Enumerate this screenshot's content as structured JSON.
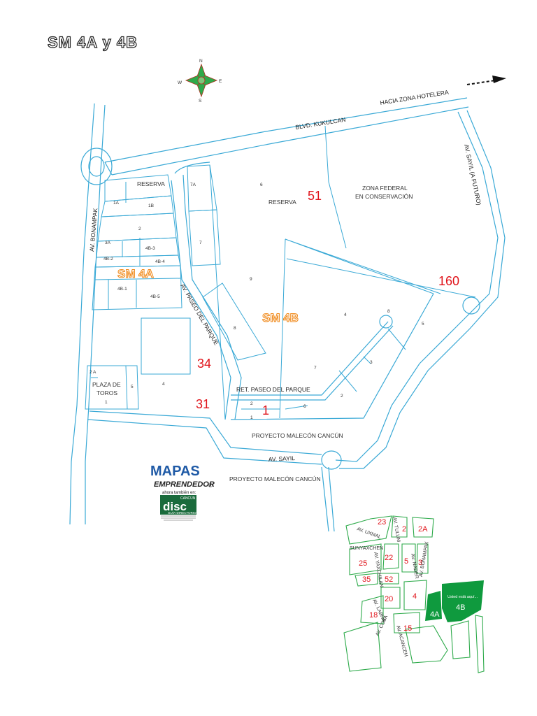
{
  "title": "SM 4A y 4B",
  "compass": {
    "n": "N",
    "s": "S",
    "e": "E",
    "w": "W"
  },
  "roads": {
    "kukulcan": "BLVD. KUKULCAN",
    "hacia": "HACIA ZONA HOTELERA",
    "sayil_futuro": "AV. SAYIL (A FUTURO)",
    "bonampak": "AV. BONAMPAK",
    "paseo": "AV. PASEO DEL PARQUE",
    "ret_paseo": "RET. PASEO DEL PARQUE",
    "sayil": "AV. SAYIL"
  },
  "areas": {
    "reserva_top": "RESERVA",
    "reserva_mid": "RESERVA",
    "zona_federal_1": "ZONA FEDERAL",
    "zona_federal_2": "EN CONSERVACIÓN",
    "plaza_1": "PLAZA DE",
    "plaza_2": "TOROS",
    "malecon_1": "PROYECTO MALECÓN CANCÚN",
    "malecon_2": "PROYECTO MALECÓN CANCÚN"
  },
  "lots": {
    "l1A": "1A",
    "l1B": "1B",
    "l2": "2",
    "l3A": "3A",
    "l4B3": "4B-3",
    "l4B2": "4B-2",
    "l4B4": "4B-4",
    "l4B1": "4B-1",
    "l4B5": "4B-5",
    "l7A": "7A",
    "l6": "6",
    "l7": "7",
    "l9": "9",
    "l8": "8",
    "l4": "4",
    "l8b": "8",
    "l5": "5",
    "l3": "3",
    "l7b": "7",
    "l2b": "2",
    "l6b": "6",
    "l2c": "2",
    "l1c": "1",
    "l4c": "4",
    "l5c": "5",
    "l1d": "1",
    "l2A": "2 A"
  },
  "supermanzanas": {
    "sm4a": "SM 4A",
    "sm4b": "SM 4B",
    "n51": "51",
    "n160": "160",
    "n34": "34",
    "n31": "31",
    "n1": "1"
  },
  "logo": {
    "mapas": "MAPAS",
    "emprendedor": "EMPRENDEDOR",
    "registered": "®",
    "tambien": "ahora también en:",
    "cancun": "CANCÚN",
    "disc": "disc",
    "guia": "GUÍA-DIRECTORIO"
  },
  "inset": {
    "n23": "23",
    "n2": "2",
    "n2A": "2A",
    "n22": "22",
    "n5": "5",
    "n3": "3",
    "n25": "25",
    "n35": "35",
    "n52": "52",
    "n20": "20",
    "n4": "4",
    "n18": "18",
    "n15": "15",
    "n4A": "4A",
    "n4B": "4B",
    "uxmal": "AV. UXMAL",
    "tulum": "AV. TULUM",
    "sunyaxchen": "SUNYAXCHEN",
    "yaxchilan": "AV. YAXCHILAN",
    "nader": "AV. NADER",
    "bonampak": "AV. BONAMPAK",
    "labna": "AV. LABNA",
    "coba": "AV. COBA",
    "acanceh": "AV. ACANCEH",
    "aqui": "Usted está aquí..."
  },
  "colors": {
    "street": "#3aa9d6",
    "red": "#e0141b",
    "orange": "#f08a1c",
    "green": "#2daa4a",
    "dkgreen": "#0f9a3e"
  }
}
